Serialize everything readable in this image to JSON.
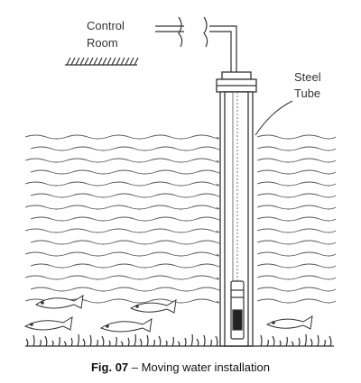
{
  "labels": {
    "control_room_line1": "Control",
    "control_room_line2": "Room",
    "steel_tube_line1": "Steel",
    "steel_tube_line2": "Tube"
  },
  "caption": {
    "figure_number": "Fig. 07",
    "separator": " – ",
    "text": "Moving water installation"
  },
  "colors": {
    "line": "#333333",
    "water_waves": "#555555",
    "background": "#ffffff"
  }
}
